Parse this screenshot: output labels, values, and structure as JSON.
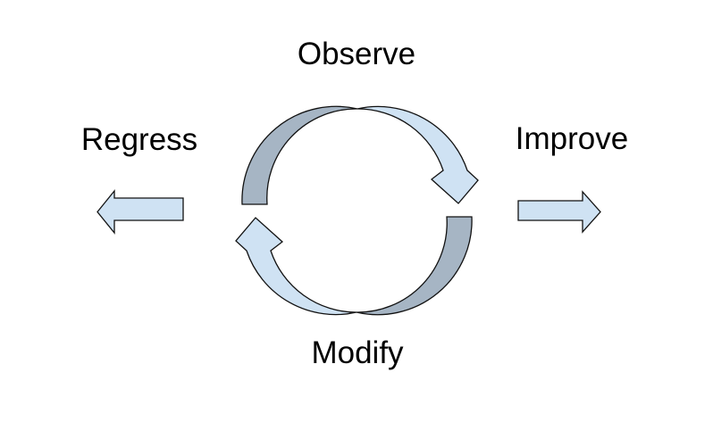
{
  "diagram": {
    "type": "cycle-with-outcomes",
    "labels": {
      "top": "Observe",
      "right": "Improve",
      "bottom": "Modify",
      "left": "Regress"
    },
    "colors": {
      "arrow_light": "#cfe2f3",
      "arrow_dark": "#a6b5c4",
      "outline": "#111111",
      "text": "#000000",
      "background": "#ffffff"
    }
  }
}
